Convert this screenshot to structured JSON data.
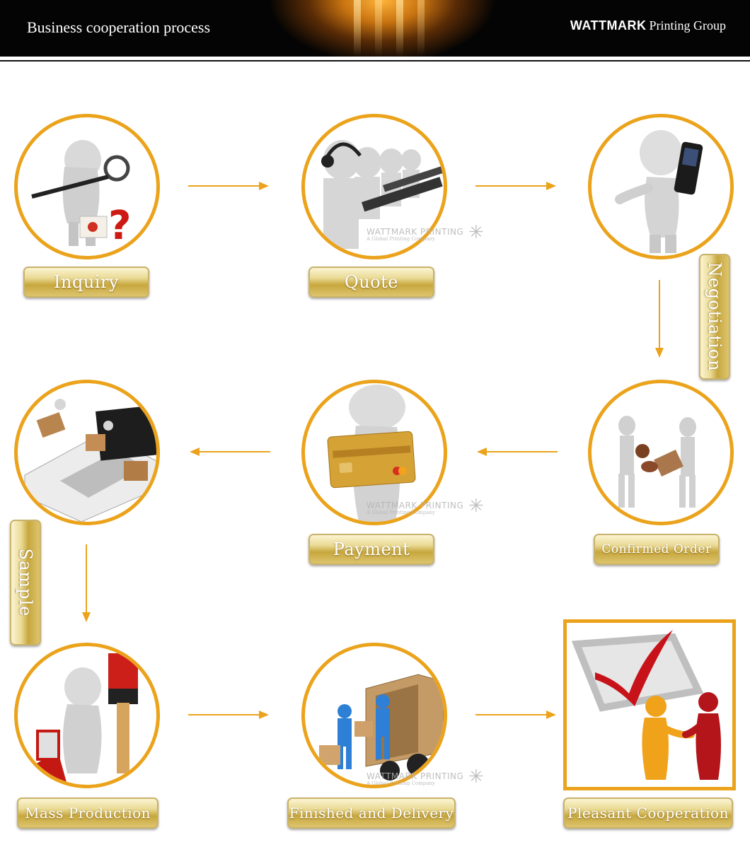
{
  "header": {
    "title": "Business cooperation process",
    "brand_name": "WATTMARK",
    "brand_rest": "Printing Group"
  },
  "steps": {
    "inquiry": "Inquiry",
    "quote": "Quote",
    "negotiation": "Negotiation",
    "confirmed_order": "Confirmed  Order",
    "payment": "Payment",
    "sample": "Sample",
    "mass_production": "Mass  Production",
    "finished_delivery": "Finished  and  Delivery",
    "pleasant_cooperation": "Pleasant  Cooperation"
  },
  "watermark": {
    "name": "WATTMARK PRINTING",
    "tagline": "A Global Printing Company"
  },
  "colors": {
    "accent": "#eba31c",
    "label_gold": "#c7a73e",
    "header_bg": "#040404"
  },
  "icons": {
    "star": "✳"
  }
}
